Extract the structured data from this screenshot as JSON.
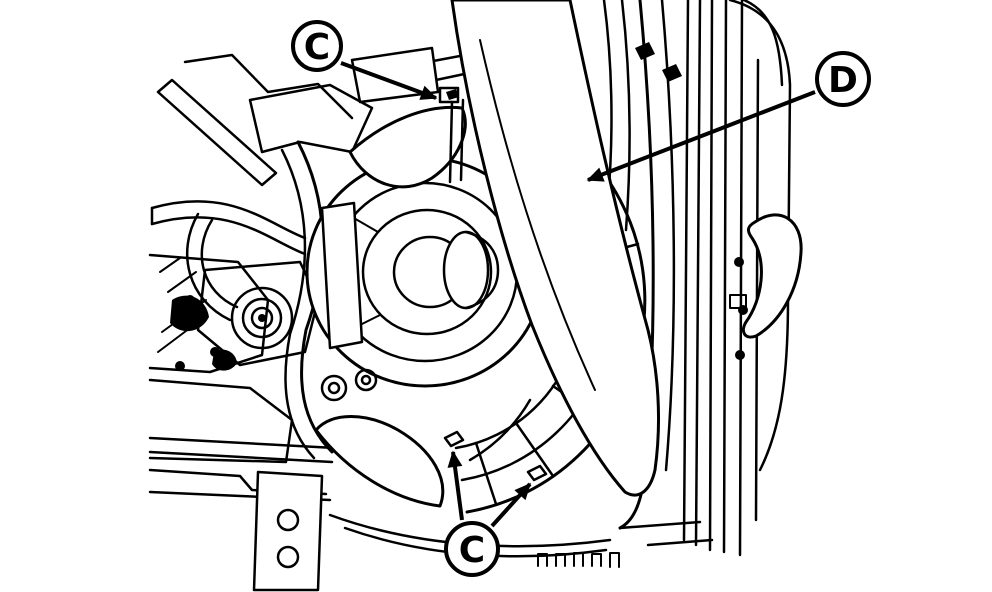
{
  "figure": {
    "type": "technical-line-illustration",
    "subject": "engine-fan-and-radiator-assembly",
    "background_color": "#ffffff",
    "line_color": "#000000",
    "callouts": [
      {
        "id": "c-top",
        "label": "C",
        "position": "top-center"
      },
      {
        "id": "d-right",
        "label": "D",
        "position": "top-right"
      },
      {
        "id": "c-bottom",
        "label": "C",
        "position": "bottom-center"
      }
    ]
  }
}
